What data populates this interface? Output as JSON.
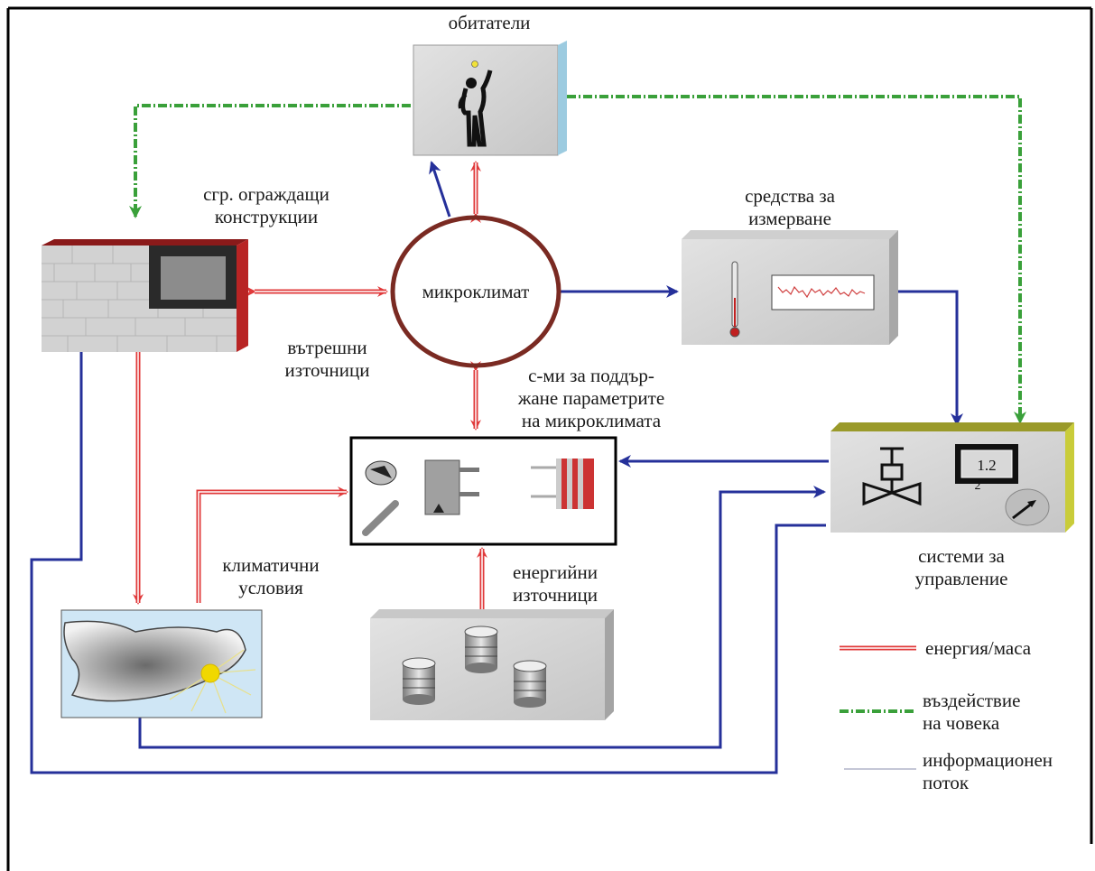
{
  "nodes": {
    "occupants": {
      "label": "обитатели"
    },
    "envelope": {
      "line1": "сгр. ограждащи",
      "line2": "конструкции"
    },
    "microclimate": {
      "label": "микроклимат"
    },
    "measurement": {
      "line1": "средства за",
      "line2": "измерване"
    },
    "internal_sources": {
      "line1": "вътрешни",
      "line2": "източници"
    },
    "support_systems": {
      "line1": "с-ми за поддър-",
      "line2": "жане параметрите",
      "line3": "на микроклимата"
    },
    "control_systems": {
      "line1": "системи за",
      "line2": "управление",
      "display_value": "1.2",
      "display_sub": "2"
    },
    "climate": {
      "line1": "климатични",
      "line2": "условия"
    },
    "energy_sources": {
      "line1": "енергийни",
      "line2": "източници"
    }
  },
  "legend": [
    {
      "label": "енергия/маса",
      "style": "double-red"
    },
    {
      "label_line1": "въздействие",
      "label_line2": "на човека",
      "style": "dash-dot-green"
    },
    {
      "label_line1": "информационен",
      "label_line2": "поток",
      "style": "solid-blue"
    }
  ],
  "colors": {
    "energy": "#e0393a",
    "human": "#3aa03a",
    "info": "#25309a",
    "ring": "#7a2a22",
    "box_fill": "#d4d4d4",
    "control_accent": "#c9cc3a",
    "wall_accent": "#9a1c1c"
  }
}
